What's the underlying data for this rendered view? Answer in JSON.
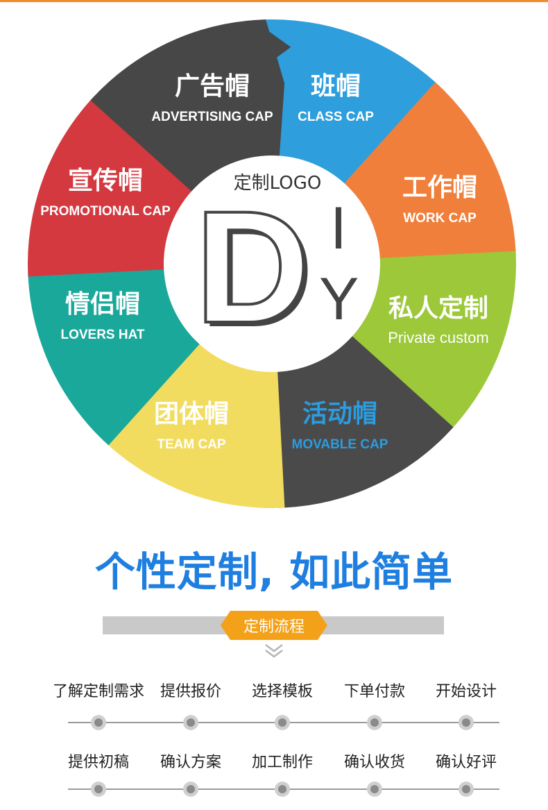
{
  "colors": {
    "accent_top_line": "#f08a2c",
    "headline": "#1f7fe0",
    "badge": "#f4a11a"
  },
  "wheel": {
    "center": {
      "top_text": "定制LOGO",
      "letter_d": "D",
      "letter_i": "I",
      "letter_y": "Y"
    },
    "segments": [
      {
        "title": "广告帽",
        "subtitle": "ADVERTISING CAP",
        "color": "#2e9fdc",
        "title_color": "#ffffff",
        "subtitle_color": "#ffffff"
      },
      {
        "title": "班帽",
        "subtitle": "CLASS CAP",
        "color": "#f07f3c",
        "title_color": "#ffffff",
        "subtitle_color": "#ffffff"
      },
      {
        "title": "工作帽",
        "subtitle": "WORK CAP",
        "color": "#9cc83a",
        "title_color": "#ffffff",
        "subtitle_color": "#ffffff"
      },
      {
        "title": "私人定制",
        "subtitle": "Private custom",
        "color": "#4a4a4a",
        "title_color": "#ffffff",
        "subtitle_color": "#ffffff"
      },
      {
        "title": "活动帽",
        "subtitle": "MOVABLE CAP",
        "color": "#f2dc60",
        "title_color": "#2b9ce0",
        "subtitle_color": "#2b9ce0"
      },
      {
        "title": "团体帽",
        "subtitle": "TEAM CAP",
        "color": "#1aa89a",
        "title_color": "#ffffff",
        "subtitle_color": "#ffffff"
      },
      {
        "title": "情侣帽",
        "subtitle": "LOVERS HAT",
        "color": "#d3393f",
        "title_color": "#ffffff",
        "subtitle_color": "#ffffff"
      },
      {
        "title": "宣传帽",
        "subtitle": "PROMOTIONAL CAP",
        "color": "#474747",
        "title_color": "#ffffff",
        "subtitle_color": "#ffffff"
      }
    ]
  },
  "headline": "个性定制, 如此简单",
  "process": {
    "badge_label": "定制流程",
    "row1": [
      "了解定制需求",
      "提供报价",
      "选择模板",
      "下单付款",
      "开始设计"
    ],
    "row2": [
      "提供初稿",
      "确认方案",
      "加工制作",
      "确认收货",
      "确认好评"
    ]
  }
}
